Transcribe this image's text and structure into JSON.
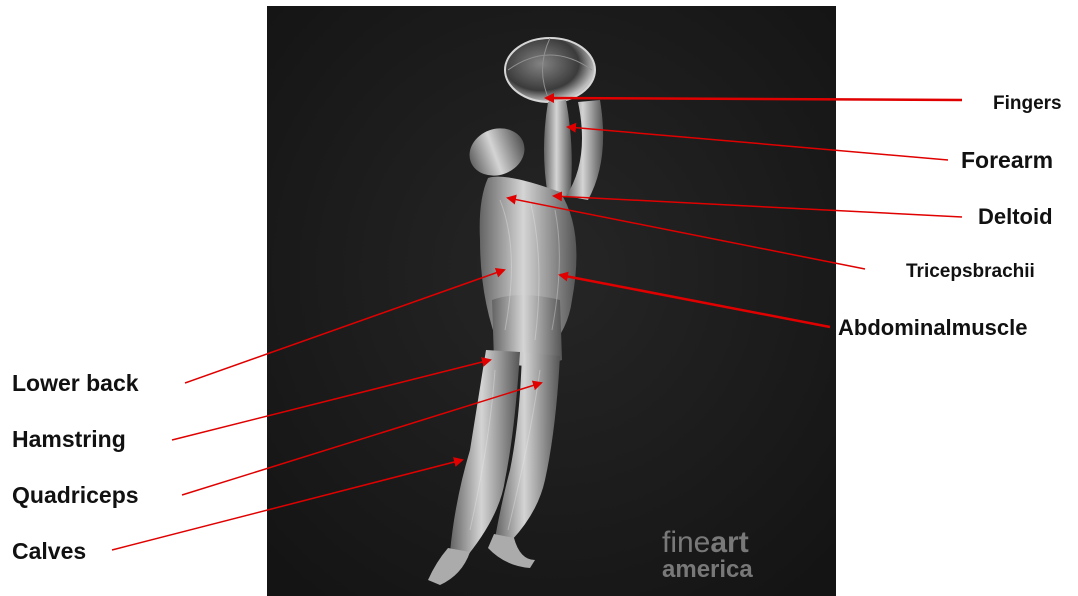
{
  "labels": {
    "fingers": "Fingers",
    "forearm": "Forearm",
    "deltoid": "Deltoid",
    "triceps": "Tricepsbrachii",
    "abdominal": "Abdominalmuscle",
    "lower_back": "Lower back",
    "hamstring": "Hamstring",
    "quadriceps": "Quadriceps",
    "calves": "Calves"
  },
  "watermark": {
    "line1a": "fine",
    "line1b": "art",
    "line2": "america"
  },
  "colors": {
    "arrow": "#e00000",
    "photo_bg": "#1c1c1c",
    "figure": "#d8d8d8",
    "text": "#111111"
  }
}
